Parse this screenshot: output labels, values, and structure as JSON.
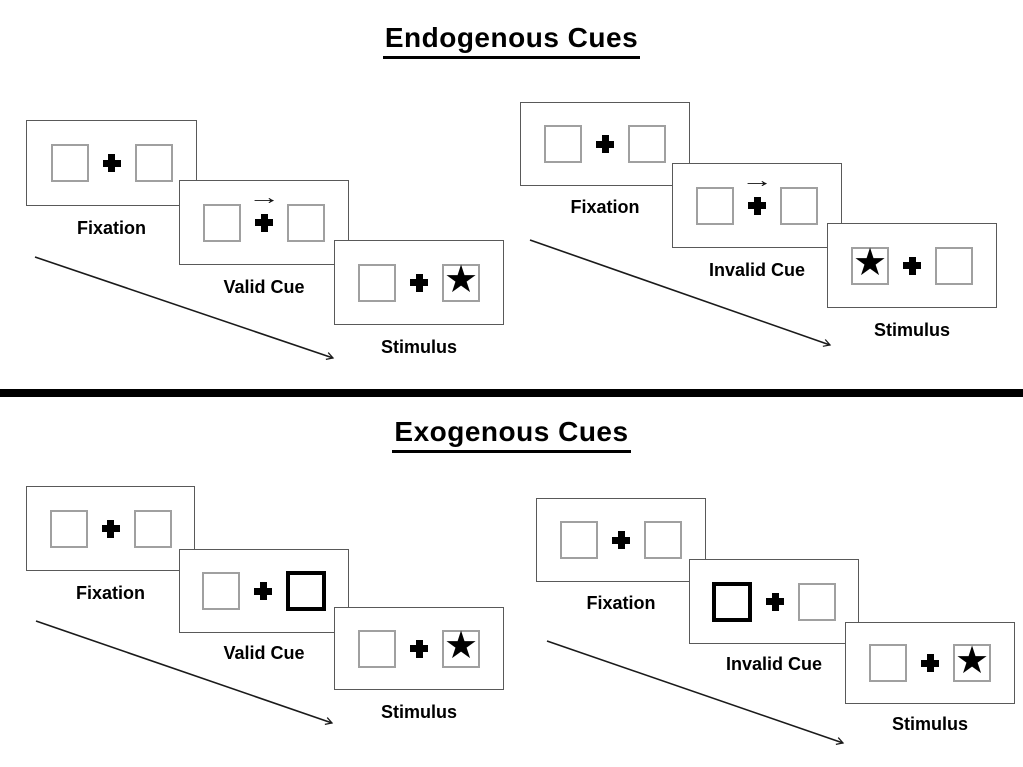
{
  "palette": {
    "ink": "#000000",
    "panel_border": "#595959",
    "box_border": "#a0a0a0",
    "background": "#ffffff"
  },
  "icons": {
    "star_glyph": "★",
    "cue_arrow_glyph": "→",
    "fixation_cross": "plus-shape",
    "sequence_arrow": "diagonal-arrow"
  },
  "sections": [
    {
      "title": "Endogenous Cues",
      "groups": [
        {
          "name": "endogenous-valid",
          "panels": [
            {
              "label": "Fixation",
              "left_box": "empty",
              "right_box": "empty",
              "cue": "none"
            },
            {
              "label": "Valid Cue",
              "left_box": "empty",
              "right_box": "empty",
              "cue": "arrow-right-above-cross"
            },
            {
              "label": "Stimulus",
              "left_box": "empty",
              "right_box": "star",
              "cue": "none"
            }
          ]
        },
        {
          "name": "endogenous-invalid",
          "panels": [
            {
              "label": "Fixation",
              "left_box": "empty",
              "right_box": "empty",
              "cue": "none"
            },
            {
              "label": "Invalid Cue",
              "left_box": "empty",
              "right_box": "empty",
              "cue": "arrow-right-above-cross"
            },
            {
              "label": "Stimulus",
              "left_box": "star",
              "right_box": "empty",
              "cue": "none"
            }
          ]
        }
      ]
    },
    {
      "title": "Exogenous Cues",
      "groups": [
        {
          "name": "exogenous-valid",
          "panels": [
            {
              "label": "Fixation",
              "left_box": "empty",
              "right_box": "empty",
              "cue": "none"
            },
            {
              "label": "Valid Cue",
              "left_box": "empty",
              "right_box": "bold-outline",
              "cue": "right-box-highlighted"
            },
            {
              "label": "Stimulus",
              "left_box": "empty",
              "right_box": "star",
              "cue": "none"
            }
          ]
        },
        {
          "name": "exogenous-invalid",
          "panels": [
            {
              "label": "Fixation",
              "left_box": "empty",
              "right_box": "empty",
              "cue": "none"
            },
            {
              "label": "Invalid Cue",
              "left_box": "bold-outline",
              "right_box": "empty",
              "cue": "left-box-highlighted"
            },
            {
              "label": "Stimulus",
              "left_box": "empty",
              "right_box": "star",
              "cue": "none"
            }
          ]
        }
      ]
    }
  ]
}
